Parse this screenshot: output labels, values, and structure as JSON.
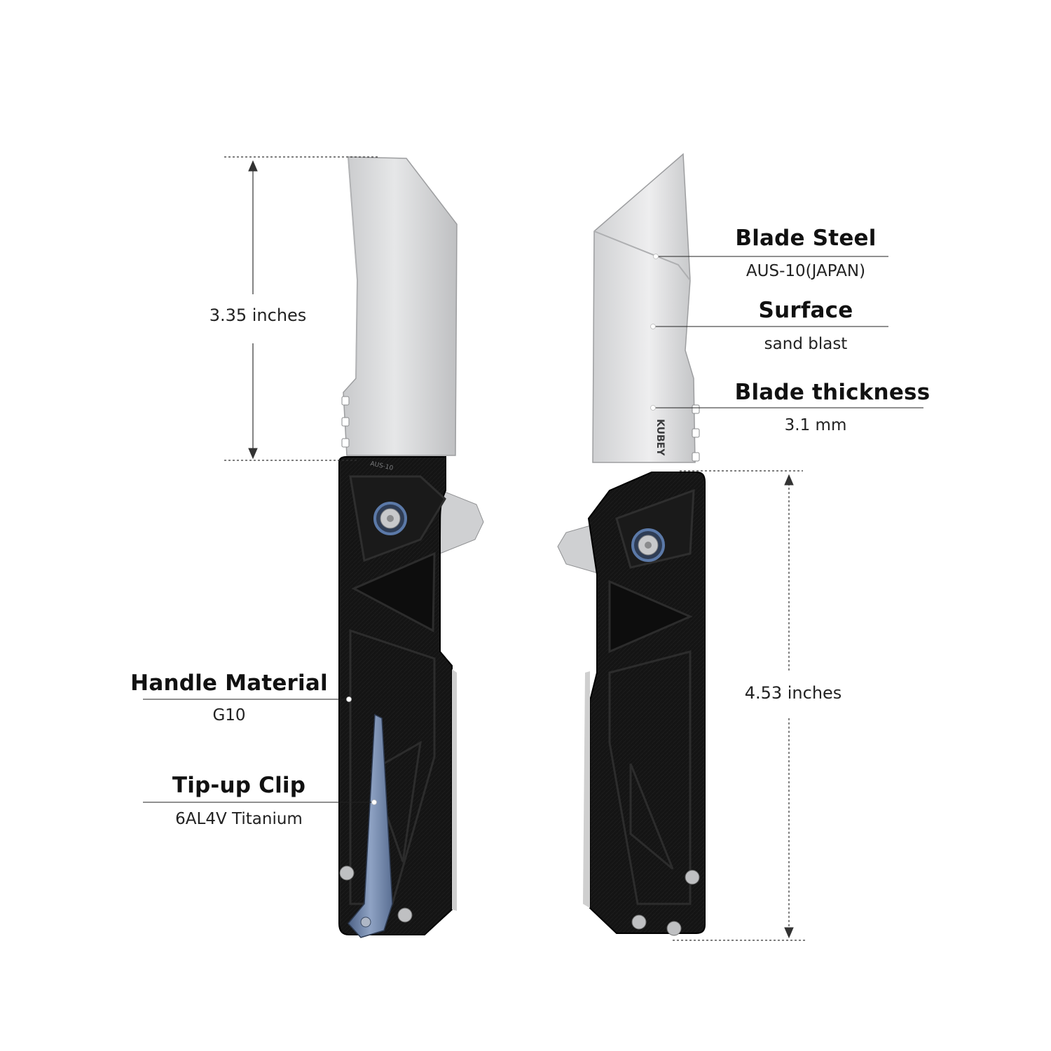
{
  "dimensions": {
    "blade_length": "3.35 inches",
    "handle_length": "4.53 inches"
  },
  "specs": {
    "blade_steel": {
      "title": "Blade Steel",
      "value": "AUS-10(JAPAN)"
    },
    "surface": {
      "title": "Surface",
      "value": "sand blast"
    },
    "blade_thickness": {
      "title": "Blade thickness",
      "value": "3.1 mm"
    },
    "handle_material": {
      "title": "Handle Material",
      "value": "G10"
    },
    "clip": {
      "title": "Tip-up Clip",
      "value": "6AL4V Titanium"
    }
  },
  "engravings": {
    "brand": "KUBEY",
    "steel_mark": "AUS-10"
  },
  "colors": {
    "handle": "#121212",
    "blade": "#d9dadb",
    "clip": "#6f84a6",
    "pivot_ring": "#5b79a8"
  }
}
